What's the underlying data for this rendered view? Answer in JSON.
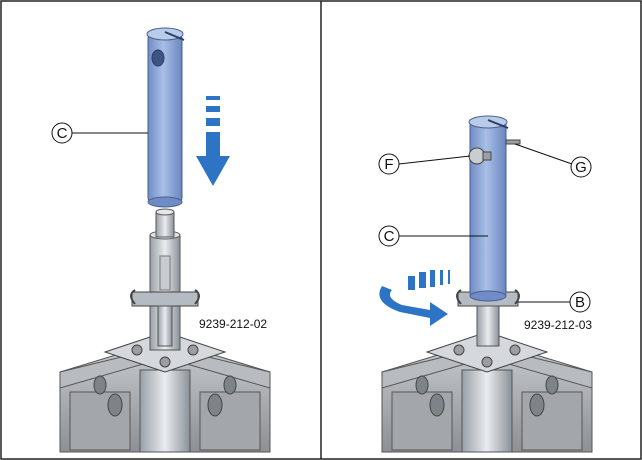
{
  "panels": [
    {
      "id": "left",
      "callouts": [
        {
          "id": "c",
          "letter": "C"
        }
      ],
      "figure_code": "9239-212-02"
    },
    {
      "id": "right",
      "callouts": [
        {
          "id": "f",
          "letter": "F"
        },
        {
          "id": "g",
          "letter": "G"
        },
        {
          "id": "c",
          "letter": "C"
        },
        {
          "id": "b",
          "letter": "B"
        }
      ],
      "figure_code": "9239-212-03"
    }
  ],
  "colors": {
    "tube_blue": "#8fa9d8",
    "tube_blue_dark": "#6f8cc6",
    "arrow_blue": "#2e74c4",
    "frame_gray": "#9a9a9a",
    "border": "#222222"
  }
}
